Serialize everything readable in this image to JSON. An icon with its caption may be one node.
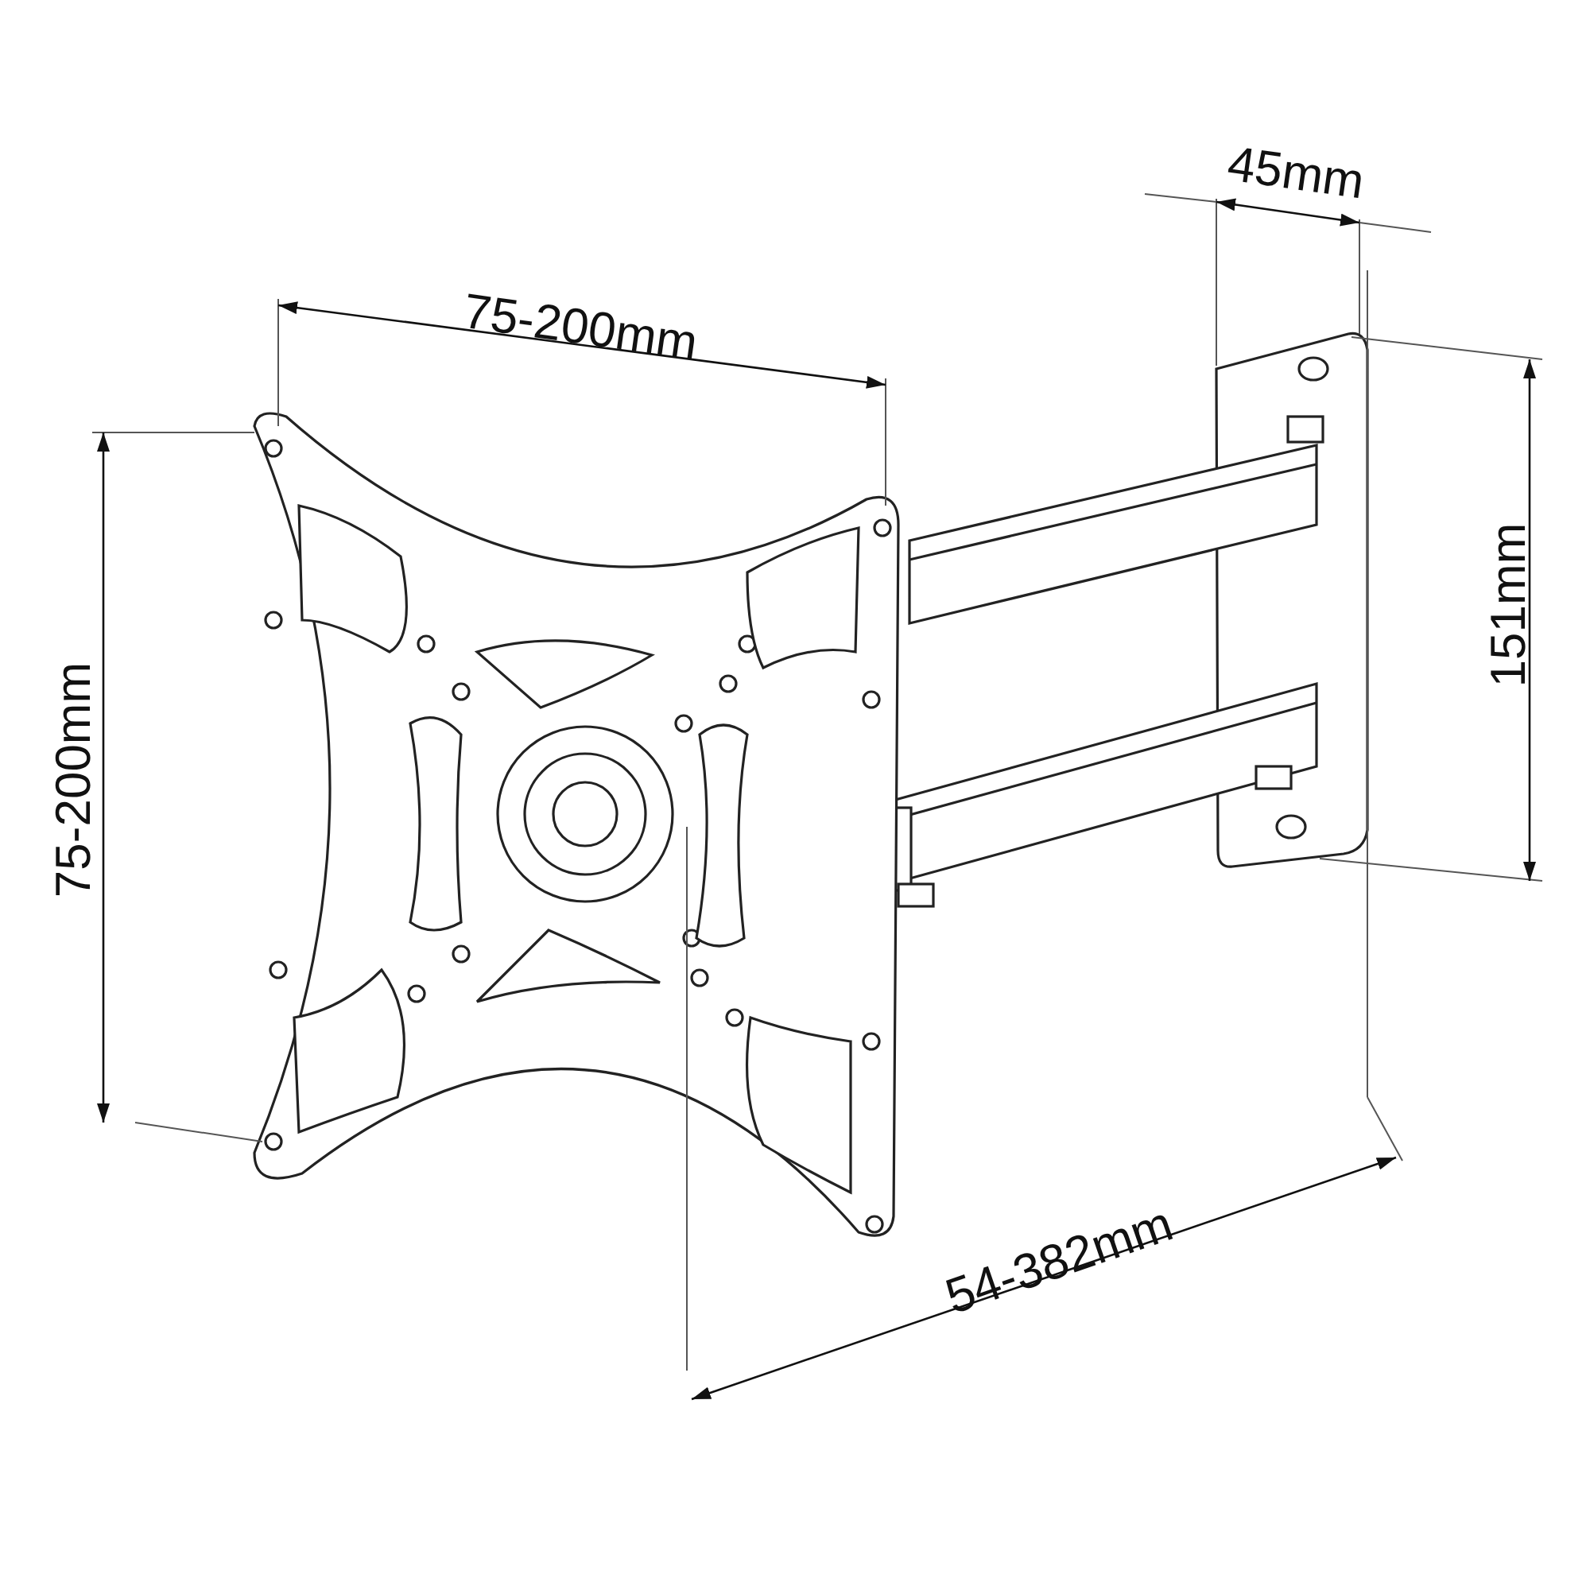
{
  "diagram": {
    "labels": [
      "45mm",
      "75-200mm",
      "151mm",
      "75-200mm",
      "54-382mm"
    ]
  }
}
